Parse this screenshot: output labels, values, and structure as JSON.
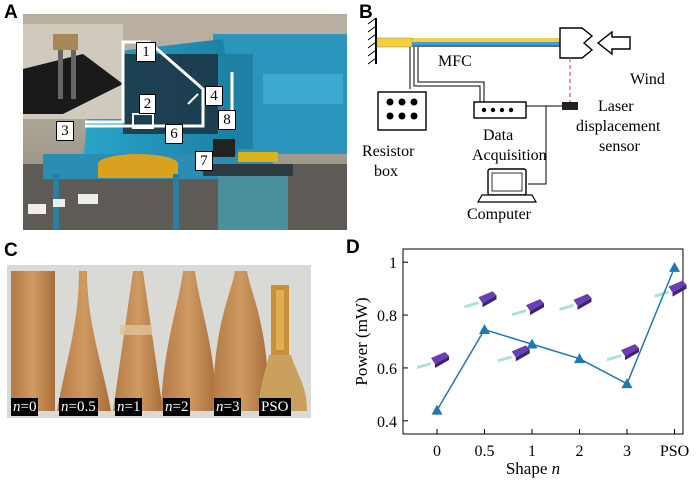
{
  "panels": {
    "a": "A",
    "b": "B",
    "c": "C",
    "d": "D"
  },
  "panel_a": {
    "callouts": [
      "1",
      "2",
      "3",
      "4",
      "6",
      "7",
      "8"
    ]
  },
  "panel_b": {
    "mfc": "MFC",
    "wind": "Wind",
    "laser": [
      "Laser",
      "displacement",
      "sensor"
    ],
    "resistor": [
      "Resistor",
      "box"
    ],
    "daq": [
      "Data",
      "Acquisition"
    ],
    "computer": "Computer"
  },
  "panel_c": {
    "labels": [
      {
        "italic": "n",
        "rest": "=0"
      },
      {
        "italic": "n",
        "rest": "=0.5"
      },
      {
        "italic": "n",
        "rest": "=1"
      },
      {
        "italic": "n",
        "rest": "=2"
      },
      {
        "italic": "n",
        "rest": "=3"
      },
      {
        "italic": "",
        "rest": "PSO"
      }
    ]
  },
  "chart_data": {
    "type": "line",
    "categories": [
      "0",
      "0.5",
      "1",
      "2",
      "3",
      "PSO"
    ],
    "values": [
      0.44,
      0.745,
      0.69,
      0.635,
      0.54,
      0.98
    ],
    "xlabel": "Shape",
    "xlabel_italic": "n",
    "ylabel": "Power (mW)",
    "yticks": [
      "0.4",
      "0.6",
      "0.8",
      "1"
    ],
    "ylim": [
      0.35,
      1.05
    ],
    "color": "#1f77b4",
    "marker": "triangle"
  }
}
